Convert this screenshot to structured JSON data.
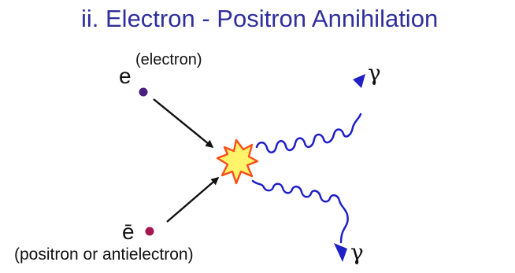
{
  "title": "ii. Electron - Positron  Annihilation",
  "electron": {
    "symbol": "e",
    "label": "(electron)"
  },
  "positron": {
    "symbol": "ē",
    "label": "(positron or antielectron)"
  },
  "photons": {
    "upper_label": "γ",
    "lower_label": "γ"
  },
  "colors": {
    "title": "#2f2f9d",
    "electron_dot": "#4b1f7f",
    "positron_dot": "#a3164f",
    "photon_wave": "#2020c8",
    "burst_fill": "#fff46a",
    "burst_stroke": "#ff4d19"
  }
}
